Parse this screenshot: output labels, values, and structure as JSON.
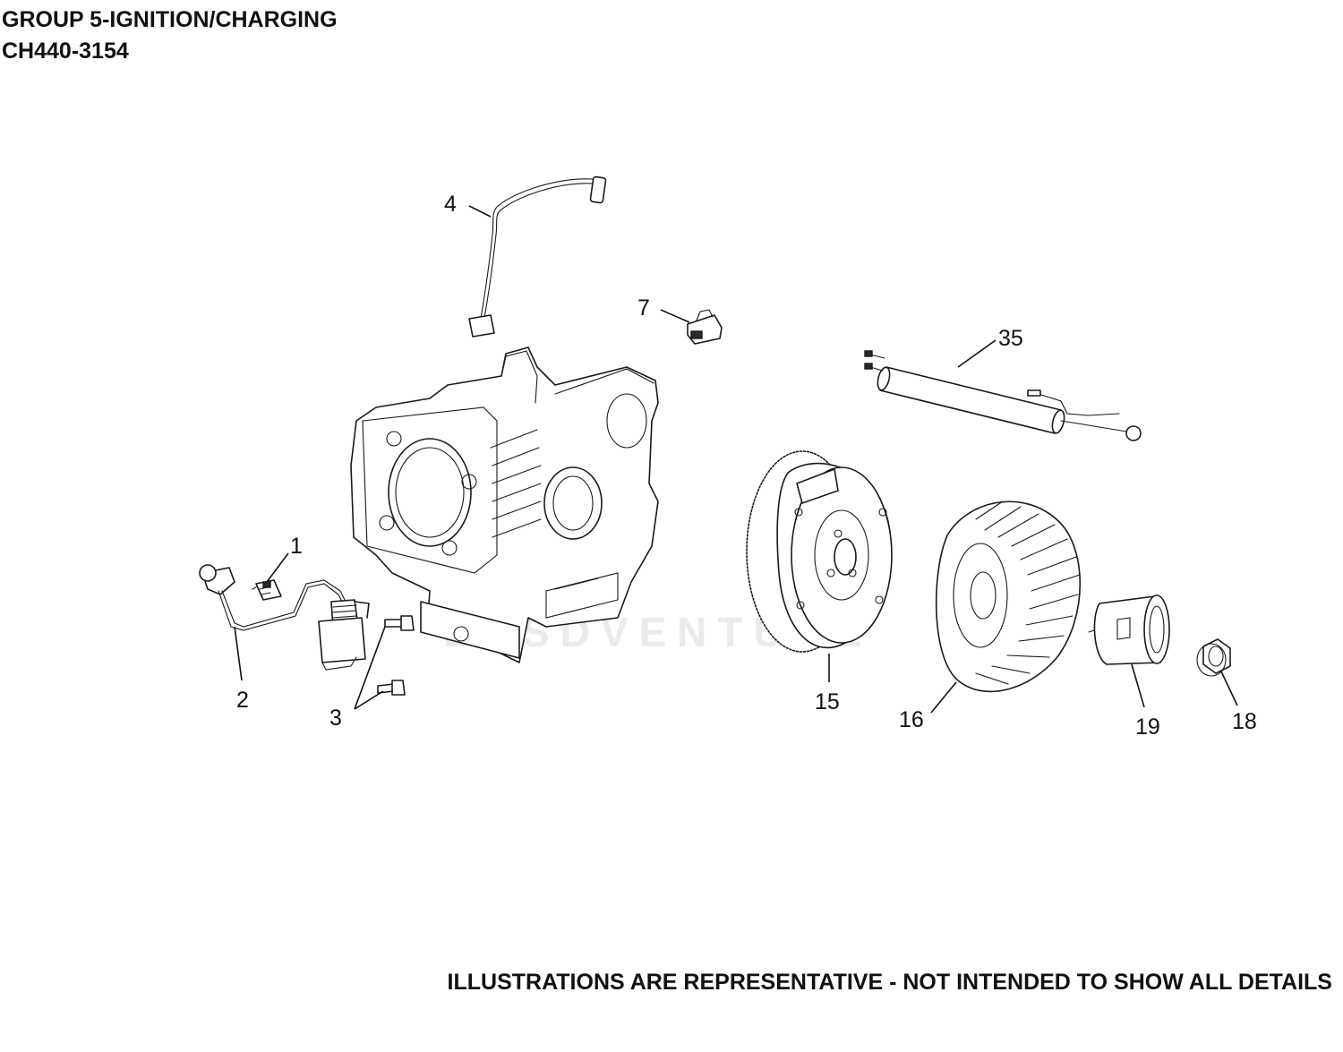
{
  "header": {
    "title_line_1": "GROUP 5-IGNITION/CHARGING",
    "title_line_2": "CH440-3154"
  },
  "footer": {
    "disclaimer": "ILLUSTRATIONS ARE REPRESENTATIVE - NOT INTENDED TO SHOW ALL DETAILS"
  },
  "watermark": {
    "text": "BESDVENTURE"
  },
  "callouts": {
    "part_1": "1",
    "part_2": "2",
    "part_3": "3",
    "part_4": "4",
    "part_7": "7",
    "part_35": "35",
    "part_15": "15",
    "part_16": "16",
    "part_19": "19",
    "part_18": "18"
  },
  "colors": {
    "line": "#1a1a1a",
    "background": "#ffffff",
    "watermark": "#eaeaea"
  }
}
